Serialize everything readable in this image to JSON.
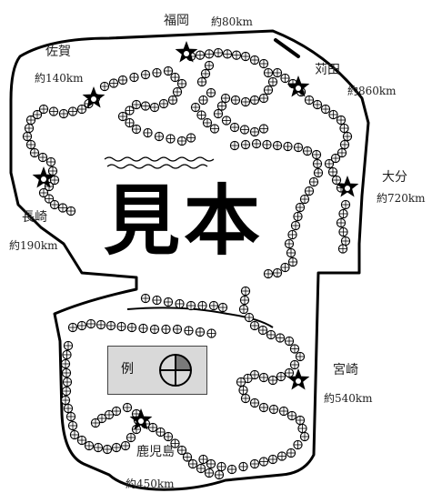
{
  "watermark": "見本",
  "legend": {
    "label": "例"
  },
  "stations": [
    {
      "id": "fukuoka",
      "name": "福岡",
      "distance": "約80km"
    },
    {
      "id": "saga",
      "name": "佐賀",
      "distance": "約140km"
    },
    {
      "id": "nagasaki",
      "name": "長崎",
      "distance": "約190km"
    },
    {
      "id": "kurumeda",
      "name": "苅田",
      "distance": "約860km"
    },
    {
      "id": "oita",
      "name": "大分",
      "distance": "約720km"
    },
    {
      "id": "miyazaki",
      "name": "宮崎",
      "distance": "約540km"
    },
    {
      "id": "kagoshima",
      "name": "鹿児島",
      "distance": "約450km"
    }
  ],
  "colors": {
    "ink": "#000000",
    "legend_fill": "#d9d9d9",
    "quadrant_fill": "#7a7a7a"
  },
  "icons": [
    "star-marker-icon",
    "circle-cross-icon",
    "tiny-cross-circle-icon"
  ]
}
